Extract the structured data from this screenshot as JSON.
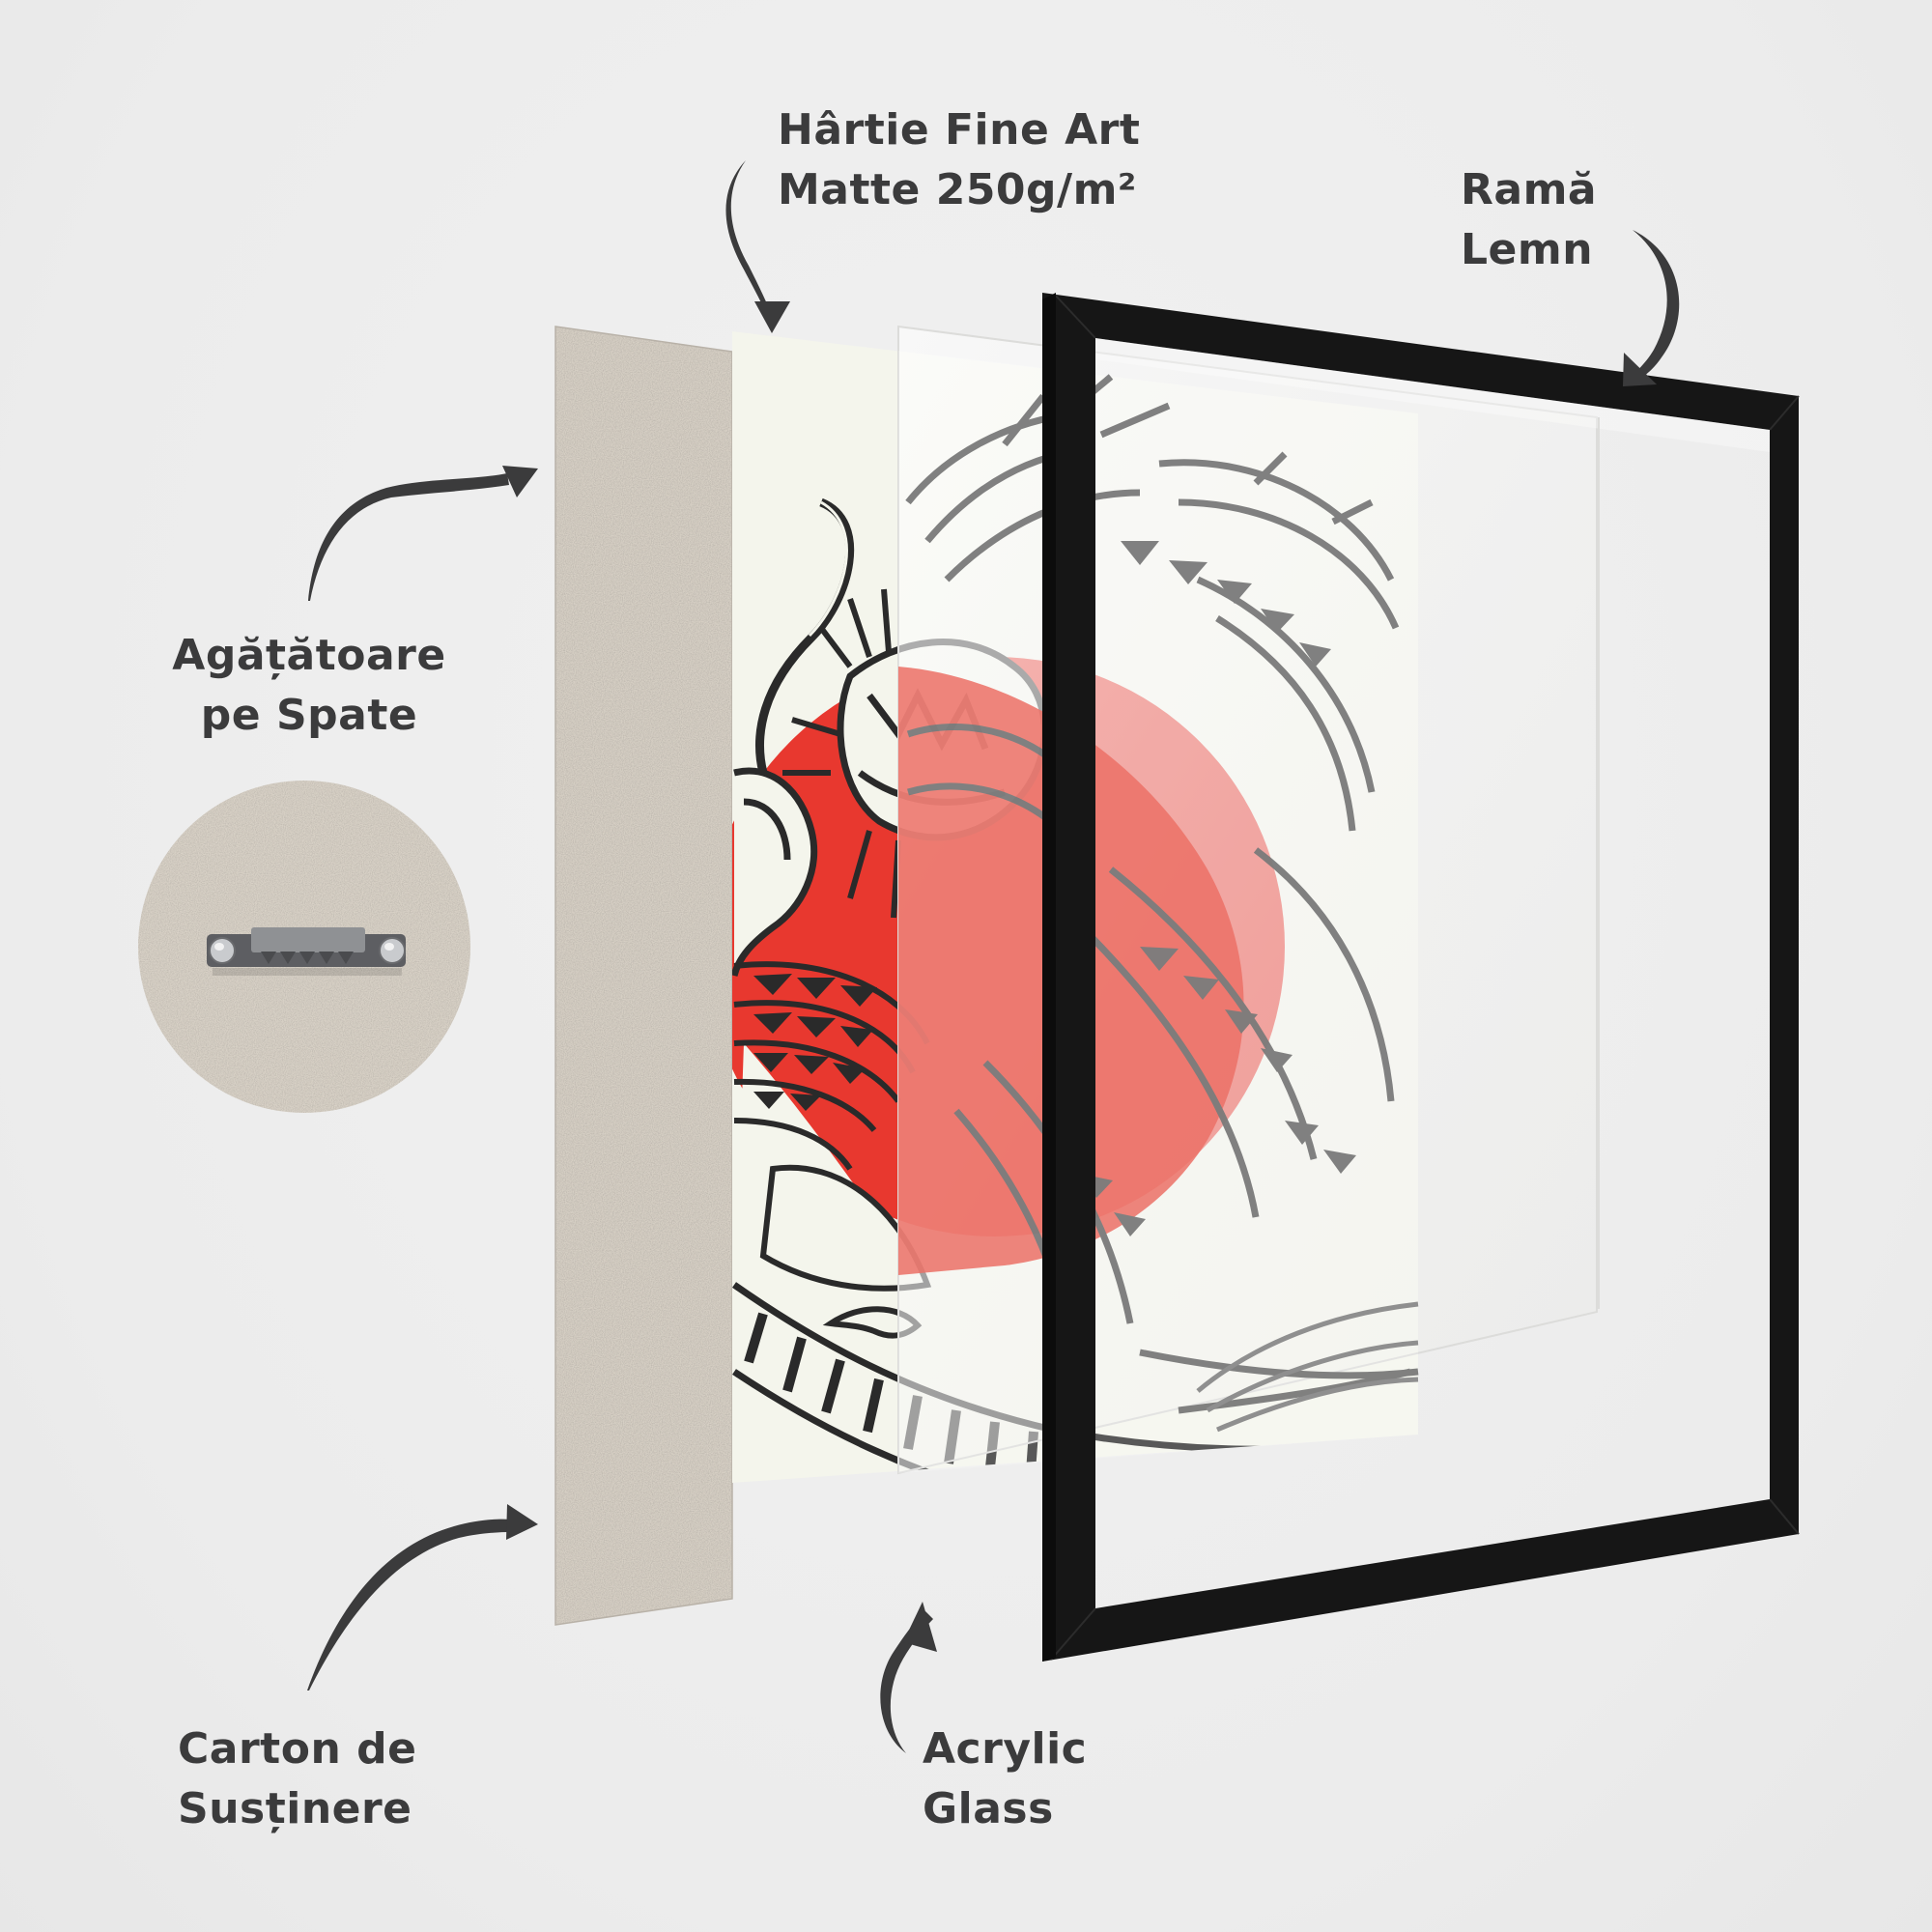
{
  "colors": {
    "background": "#eeeeee",
    "label_text": "#3b3b3c",
    "arrow": "#3b3b3c",
    "cardboard": "#d6cfc4",
    "paper": "#f4f5ec",
    "acrylic": "#f3f3f1",
    "frame": "#161616",
    "sun_red": "#e8382f",
    "sun_red_behind_glass": "#ec7167",
    "dragon_ink": "#2a2a2a",
    "dragon_ink_behind_glass": "#7a7a7a"
  },
  "labels": {
    "paper": {
      "line1": "Hârtie Fine Art",
      "line2": "Matte 250g/m²"
    },
    "frame": {
      "line1": "Ramă",
      "line2": "Lemn"
    },
    "hanger": {
      "line1": "Agățătoare",
      "line2": "pe Spate"
    },
    "backing": {
      "line1": "Carton de",
      "line2": "Susținere"
    },
    "acrylic": {
      "line1": "Acrylic",
      "line2": "Glass"
    }
  },
  "layers": [
    {
      "id": "backing-board",
      "name": "Carton de Susținere"
    },
    {
      "id": "fine-art-paper",
      "name": "Hârtie Fine Art Matte 250g/m²"
    },
    {
      "id": "acrylic-glass",
      "name": "Acrylic Glass"
    },
    {
      "id": "wood-frame",
      "name": "Ramă Lemn"
    }
  ],
  "inset": {
    "subject": "sawtooth-hanger-detail"
  },
  "artwork": {
    "subject": "dragon-with-red-sun"
  }
}
